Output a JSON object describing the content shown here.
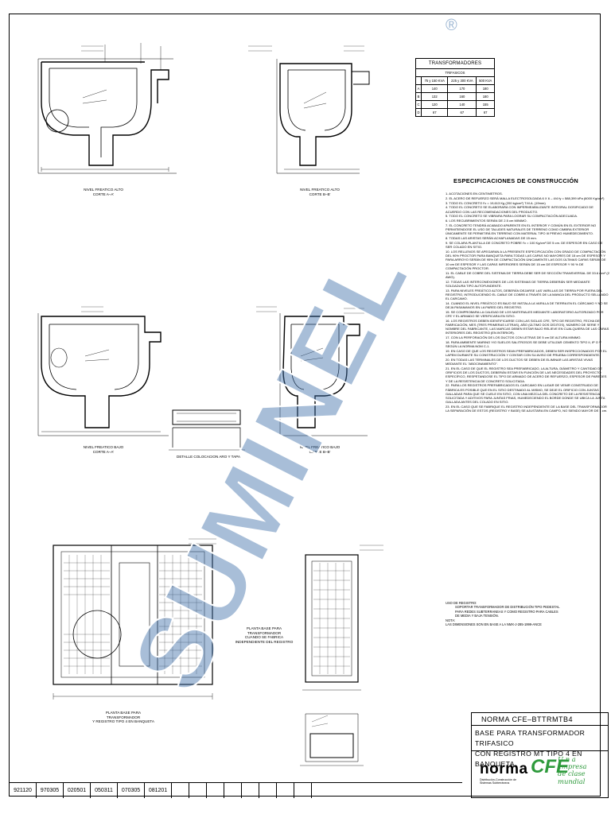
{
  "transformers": {
    "title": "TRANSFORMADORES",
    "subtitle": "TRIFASICOS",
    "columns": [
      "",
      "75 y 150 KVA",
      "225 y 300 KVA",
      "500 KVA"
    ],
    "rows": [
      [
        "A",
        "140",
        "170",
        "180"
      ],
      [
        "B",
        "132",
        "160",
        "180"
      ],
      [
        "C",
        "120",
        "140",
        "155"
      ],
      [
        "D",
        "67",
        "67",
        "67"
      ]
    ]
  },
  "specs": {
    "title": "ESPECIFICACIONES DE CONSTRUCCIÓN",
    "items": [
      "1. ACOTACIONES EN CENTIMETROS.",
      "2. EL ACERO DE REFUERZO SERÁ MALLA ELECTROSOLDADA 6 X 6 – 4/4 fy = 588,399 kPa (6000 Kg/cm²)",
      "3. TODO EL CONCRETO f'c = 19,613 Kg (200 kg/cm²) T.M.A. (19mm)",
      "4. TODO EL CONCRETO SE ELABORARA CON IMPERMEABILIZANTE INTEGRAL DOSIFICADO DE ACUERDO CON LAS RECOMENDACIONES DEL PRODUCTO.",
      "5. TODO EL CONCRETO SE VIBRARA PARA LOGRAR SU COMPACTACIÓN ADECUADA.",
      "6. LOS RECUBRIMIENTOS SERÁN DE 2.5 cm MINIMO.",
      "7. EL CONCRETO TENDRÁ ACABADO APARENTE EN EL INTERIOR Y COMÚN EN EL EXTERIOR NO PERMITIENDOSE EL USO DE TALUDES NATURALES DE TERRENO COMO CIMBRA EXTERIOR ÚNICAMENTE SE PERMITIRÁ EN TERRENO CON MATERIAL TIPO III PREVIO HUMEDECIMIENTO.",
      "8. TODAS LAS ARISTAS SERÁN ACHAFLANADAS DE 15 mm.",
      "9. SE COLARA PLANTILLA DE CONCRETO POBRE f'c = 100 Kg/cm² DE 5 cm. DE ESPESOR EN CASO DE SER COLADO EN SITIO.",
      "10. LOS RELLENOS SE APEGARAN A LA PRESENTE ESPECIFICACIÓN CON GRADO DE COMPACTACIÓN DEL 90% PROCTOR PARA BANQUETA PARA TODAS LAS CAPAS NO MAYORES DE 15 cm DE ESPESOR Y PARA ARROYO SERÁN DE 95% DE COMPACTACIÓN ÚNICAMENTE LAS DOS ÚLTIMAS CAPAS SERÁN DE 10 cm DE ESPESOR Y LAS CAPAS INFERIORES SERÁN DE 15 cm DE ESPESOR Y 90 % DE COMPACTACIÓN PROCTOR.",
      "11. EL CABLE DE COBRE DEL SISTEMA DE TIERRA DEBE SER DE SECCIÓN TRANSVERSAL DE 33.6 mm² (2 AWG).",
      "12. TODAS LAS INTERCONEXIONES DE LOS SISTEMAS DE TIERRA DEBERÁN SER MEDIANTE SOLDADURA TIPO AUTOFUNDENTE.",
      "13. PARA NIVELES FREÁTICO ALTOS, DEBERÁN DEJARSE LAS VARILLAS DE TIERRA POR FUERA DEL REGISTRO, INTRODUCIENDO EL CABLE DE COBRE A TRAVÉS DE LA MANGA DEL PRODUCTO SELLANDO EL CARCAMO.",
      "14. CUANDO EL NIVEL FREÁTICO ES BAJO SE INSTALA LA VARILLA DE TIERRA EN EL CÁRCAMO Y NO SE DEJA PASAMANOS EN LA PARED DEL REGISTRO.",
      "15. SE COMPROBARA LA CALIDAD DE LOS MATERIALES MEDIANTE LABORATORIO AUTORIZADO POR CFE Y EL ARMADO SE VERIFICARA EN SITIO.",
      "16. LOS REGISTROS DEBEN IDENTIFICARSE CON LAS SIGLAS CFE, TIPO DE REGISTRO, FECHA DE FABRICACIÓN, MES (TRES PRIMERAS LETRAS), AÑO (ÚLTIMO DOS DÍGITOS), NÚMERO DE SERIE Y NOMBRE DEL FABRICANTE, LAS MARCAS DEBEN ESTAR BAJO RELIEVE EN CUALQUIERA DE LAS CARAS INTERIORES DEL REGISTRO (EN INTERIOR).",
      "17. CON LA PERFORACIÓN DE LOS DUCTOS CON LETRAS DE 5 cm DE ALTURA MINIMO.",
      "18. PARA AMBIENTE MARINO Y/O SUELOS SALITROSOS SE DEBE UTILIZAR CEMENTO TIPO II, IP O V SEGÚN LA NORMA NOM C-1.",
      "19. EN CASO DE QUE LOS REGISTROS SEAN PREFABRICADOS, DEBEN SER INSPECCIONADOS POR EL LAPEM DURANTE SU CONSTRUCCIÓN Y CONTAR CON SU AVISO DE PRUEBA CORRESPONDIENTE.",
      "20. EN TODAS LAS TERMINALES DE LOS DUCTOS SE DEBEN DE ELIMINAR LAS ARISTAS VIVAS MEDIANTE EL \"ABOCINAMIENTO\".",
      "21. EN EL CASO DE QUE EL REGISTRO SEA PREFABRICADO, LA ALTURA, DIÁMETRO Y CANTIDAD DE ORIFICIOS DE LOS DUCTOS, DEBERÁN ESTAR EN FUNCIÓN DE LAS NECESIDADES DEL PROYECTO ESPECÍFICO, RESPETANDOSE EL TIPO DE ARMADO DE ACERO DE REFUERZO, ESPESOR DE PAREDES Y DE LA RESISTENCIA DE CONCRETO SOLICITADA.",
      "22. PARA LOS REGISTROS PREFABRICADOS EL CARCAMO EN LUGAR DE VENIR CONSTRUIDO DE FÁBRICA ES POSIBLE QUE EN EL SITIO DESTINADO AL MISMO, SE DEJE EL ORIFICIO CON JUNTAS GALLADAS PARA QUE SE CUELE EN SITIO, CON UNA MEZCLA DEL CONCRETO DE LA RESISTENCIA SOLICITADA Y ADITIVOS PARA JUNTAS FRIAS, HUMEDECIENDO EL BORDE DONDE SE UBICA LA JUNTA GALLADA ANTES DEL COLADO EN SITIO.",
      "23. EN EL CASO QUE SE FABRIQUE EL REGISTRO INDEPENDIENTE DE LA BASE DEL TRANSFORMADOR LA SEPARACIÓN DE ESTOS (REGISTRO Y BASE) SE AJUSTARA EN CAMPO, NO SIENDO MAYOR DE 1 cm."
    ]
  },
  "uso": {
    "heading": "USO DE REGISTRO:",
    "line1": "SOPORTAR TRANSFORMADOR DE DISTRIBUCIÓN TIPO PEDESTAL",
    "line2": "PARA REDES SUBTERRANEAS Y COMO REGISTRO PARA CABLES",
    "line3": "DE MEDIA Y BAJA TENSIÓN.",
    "note_heading": "NOTA:",
    "note": "LAS DIMENSIONES SON EN BASE A LA NMX-J-285-1999-ANCE"
  },
  "captions": {
    "a_top": [
      "NIVEL FREATICO ALTO",
      "CORTE A–A'"
    ],
    "b_top": [
      "NIVEL FREATICO ALTO",
      "CORTE B–B'"
    ],
    "a_low": [
      "NIVEL FREATICO BAJO",
      "CORTE A–A'"
    ],
    "b_low": [
      "NIVEL FREATICO BAJO",
      "CORTE B–B'"
    ],
    "detalle": "DETALLE COLOCACION ARO Y TAPA",
    "planta_registro": [
      "PLANTA BASE PARA",
      "TRANSFORMADOR",
      "Y REGISTRO TIPO 4 EN BANQUETA"
    ],
    "planta_base": [
      "PLANTA BASE PARA",
      "TRANSFORMADOR",
      "CUANDO SE FABRICA",
      "INDEPENDIENTE DEL REGISTRO"
    ]
  },
  "title_block": {
    "norma": "NORMA CFE–BTTRMTB4",
    "title_line1": "BASE PARA TRANSFORMADOR TRIFASICO",
    "title_line2": "CON REGISTRO MT TIPO 4 EN BANQUETA",
    "norma_logo": "norma",
    "norma_sub": "Distribución-Construcción de Sistemas Subterráneos",
    "cfe_logo": "CFE",
    "una1": "U n a",
    "una2": "empresa",
    "una3": "de clase",
    "una4": "mundial"
  },
  "revisions": [
    "921120",
    "970305",
    "020501",
    "050311",
    "070305",
    "081201"
  ],
  "watermark": {
    "text": "SUMINEL",
    "mark": "®",
    "color": "#3d6fa8"
  }
}
